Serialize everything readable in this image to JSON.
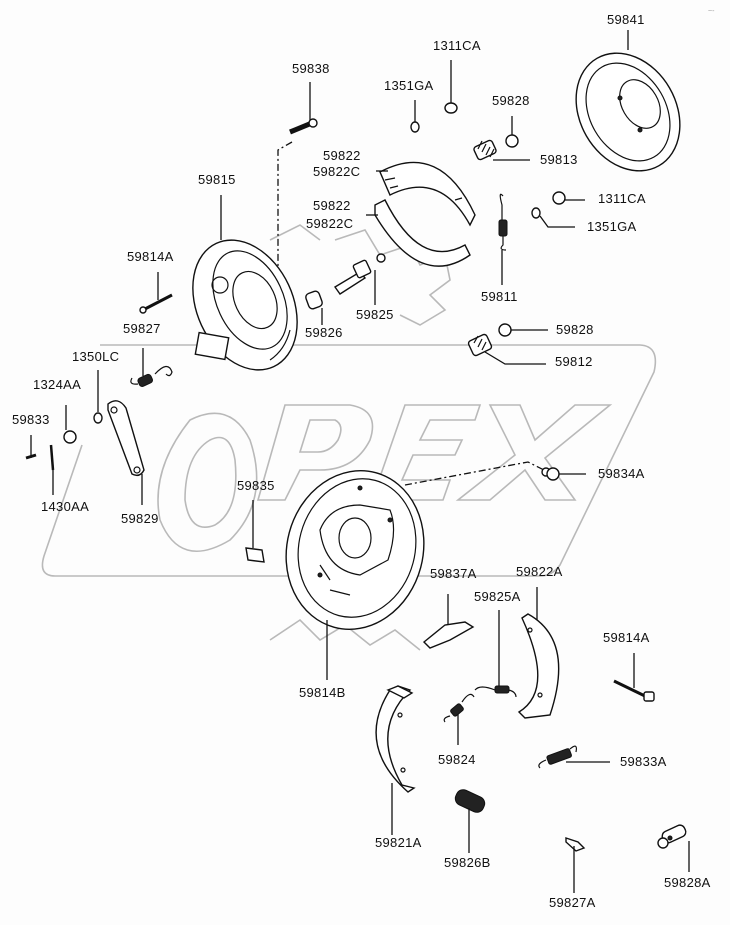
{
  "diagram": {
    "title": "Rear drum brake assembly - exploded parts view",
    "watermark": "OPEX",
    "corner_mark": "~-",
    "line_color": "#111111",
    "watermark_color": "#b9b9b9"
  },
  "labels": {
    "p59841": "59841",
    "p59838": "59838",
    "p1311CA_top": "1311CA",
    "p1351GA_top": "1351GA",
    "p59828_top": "59828",
    "p59813": "59813",
    "p59822_a": "59822",
    "p59822C_a": "59822C",
    "p59822_b": "59822",
    "p59822C_b": "59822C",
    "p1311CA_mid": "1311CA",
    "p1351GA_mid": "1351GA",
    "p59815": "59815",
    "p59814A_left": "59814A",
    "p59827": "59827",
    "p59826": "59826",
    "p59825": "59825",
    "p59811": "59811",
    "p59828_mid": "59828",
    "p59812": "59812",
    "p1350LC": "1350LC",
    "p1324AA": "1324AA",
    "p59833": "59833",
    "p1430AA": "1430AA",
    "p59829": "59829",
    "p59835": "59835",
    "p59834A": "59834A",
    "p59837A": "59837A",
    "p59822A": "59822A",
    "p59825A": "59825A",
    "p59814A_right": "59814A",
    "p59814B": "59814B",
    "p59824": "59824",
    "p59833A": "59833A",
    "p59821A": "59821A",
    "p59826B": "59826B",
    "p59827A": "59827A",
    "p59828A": "59828A"
  }
}
